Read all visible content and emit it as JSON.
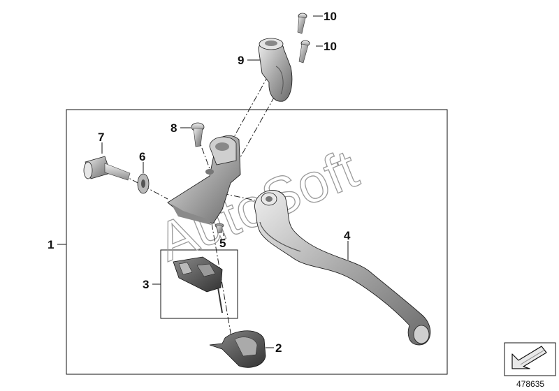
{
  "callouts": {
    "c1": "1",
    "c2": "2",
    "c3": "3",
    "c4": "4",
    "c5": "5",
    "c6": "6",
    "c7": "7",
    "c8": "8",
    "c9": "9",
    "c10a": "10",
    "c10b": "10"
  },
  "watermark": "AutoSoft",
  "document_number": "478635",
  "direction_icon": "arrow-down-left-icon",
  "colors": {
    "part_light": "#d8d8d8",
    "part_mid": "#a6a6a6",
    "part_dark": "#5e5e5e",
    "line": "#111111"
  }
}
